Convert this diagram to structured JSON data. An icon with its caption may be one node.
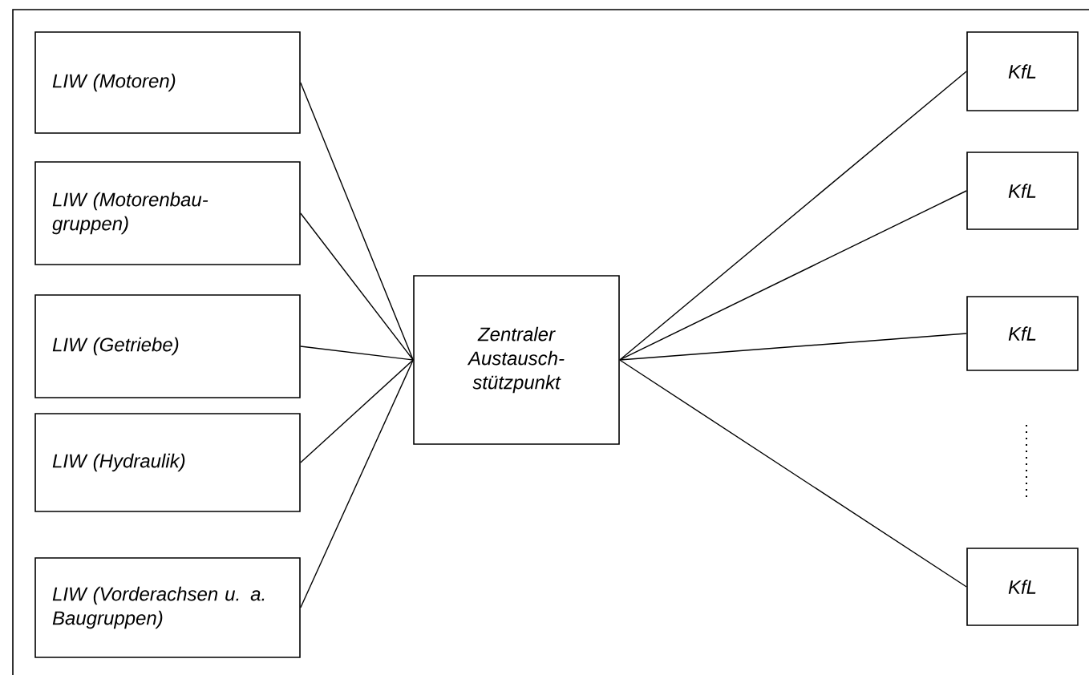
{
  "diagram": {
    "nodes": [
      {
        "text": [
          "LIW (Motoren)"
        ]
      },
      {
        "text": [
          "LIW (Motorenbau- gruppen)"
        ]
      },
      {
        "text": [
          "LIW (Getriebe)"
        ]
      },
      {
        "text": [
          "LIW (Hydraulik)"
        ]
      },
      {
        "text": [
          "LIW (Vorderachsen u. a. Baugruppen)"
        ]
      },
      {
        "text": [
          "Zentraler Austausch- stützpunkt"
        ]
      },
      {
        "text": [
          "KfL"
        ]
      },
      {
        "text": [
          "KfL"
        ]
      },
      {
        "text": [
          "KfL"
        ]
      },
      {
        "text": [
          "KfL"
        ]
      }
    ],
    "edges": [
      {
        "from": 0,
        "to": 5,
        "arrow": "none"
      },
      {
        "from": 1,
        "to": 5,
        "arrow": "none"
      },
      {
        "from": 2,
        "to": 5,
        "arrow": "none"
      },
      {
        "from": 3,
        "to": 5,
        "arrow": "none"
      },
      {
        "from": 4,
        "to": 5,
        "arrow": "none"
      },
      {
        "from": 5,
        "to": 6,
        "arrow": "none"
      },
      {
        "from": 5,
        "to": 7,
        "arrow": "none"
      },
      {
        "from": 5,
        "to": 8,
        "arrow": "none"
      },
      {
        "from": 5,
        "to": 9,
        "arrow": "none"
      }
    ]
  }
}
